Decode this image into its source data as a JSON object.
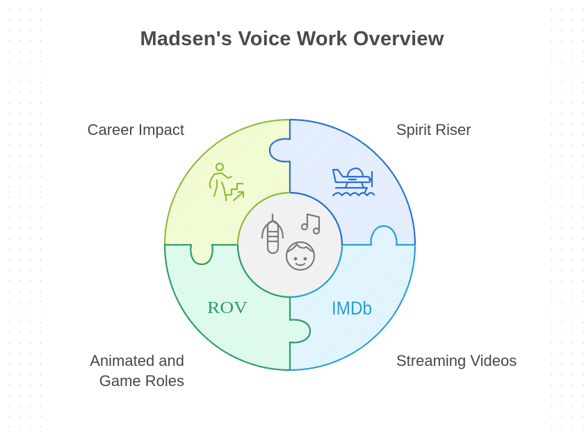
{
  "title": "Madsen's Voice Work Overview",
  "colors": {
    "title": "#4a4a4a",
    "label": "#474747",
    "career_fill": "#f1fbd2",
    "career_stroke": "#8ebd3a",
    "spirit_fill": "#e3edfd",
    "spirit_stroke": "#2c6fd1",
    "streaming_fill": "#dff4fd",
    "streaming_stroke": "#2a9fd3",
    "animated_fill": "#dcfaeb",
    "animated_stroke": "#2f9b6a",
    "center_fill": "#f1f1f1",
    "center_icon": "#7b7b7b"
  },
  "pieces": [
    {
      "id": "career-impact",
      "label": "Career Impact",
      "icon": "person-climbing-stairs-icon"
    },
    {
      "id": "spirit-riser",
      "label": "Spirit Riser",
      "icon": "seaplane-icon"
    },
    {
      "id": "streaming-videos",
      "label": "Streaming Videos",
      "icon": "imdb-logo-icon",
      "icon_text": "IMDb"
    },
    {
      "id": "animated-game-roles",
      "label_lines": [
        "Animated and",
        "Game Roles"
      ],
      "icon": "rov-logo-icon",
      "icon_text": "ROV"
    }
  ],
  "center": {
    "icons": [
      "microphone-icon",
      "music-note-icon",
      "child-face-icon"
    ]
  }
}
